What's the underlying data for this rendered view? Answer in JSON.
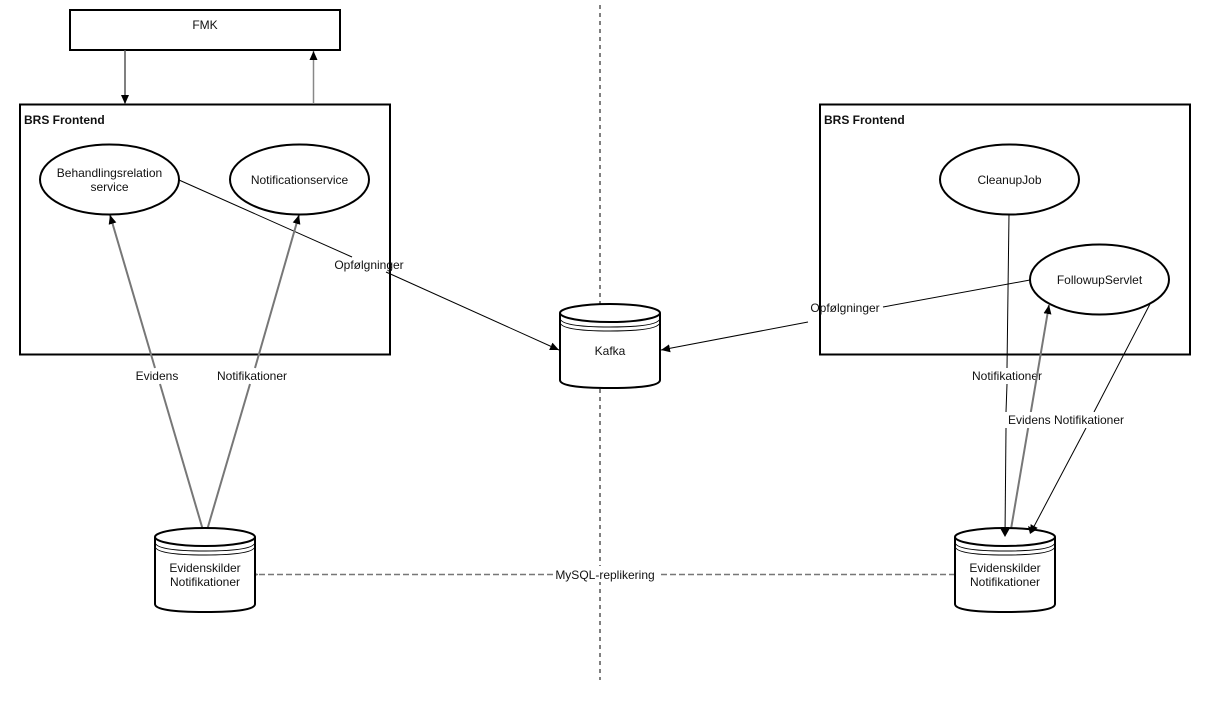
{
  "title": "BRS architecture diagram",
  "nodes": {
    "fmk": {
      "label": "FMK"
    },
    "left_frontend": {
      "label": "BRS Frontend"
    },
    "right_frontend": {
      "label": "BRS Frontend"
    },
    "behandlingsrelation": {
      "line1": "Behandlingsrelation",
      "line2": "service"
    },
    "notificationservice": {
      "label": "Notificationservice"
    },
    "cleanupjob": {
      "label": "CleanupJob"
    },
    "followupservlet": {
      "label": "FollowupServlet"
    },
    "kafka": {
      "label": "Kafka"
    },
    "left_db": {
      "line1": "Evidenskilder",
      "line2": "Notifikationer"
    },
    "right_db": {
      "line1": "Evidenskilder",
      "line2": "Notifikationer"
    }
  },
  "edges": {
    "left_opfolgninger": {
      "label": "Opfølgninger"
    },
    "right_opfolgninger": {
      "label": "Opfølgninger"
    },
    "left_evidens": {
      "label": "Evidens"
    },
    "left_notifikationer": {
      "label": "Notifikationer"
    },
    "right_notifikationer": {
      "label": "Notifikationer"
    },
    "right_evidens_notifikationer": {
      "label": "Evidens Notifikationer"
    },
    "mysql_replikering": {
      "label": "MySQL-replikering"
    }
  },
  "colors": {
    "stroke": "#000000",
    "gray_edge": "#777777",
    "divider": "#808080"
  }
}
